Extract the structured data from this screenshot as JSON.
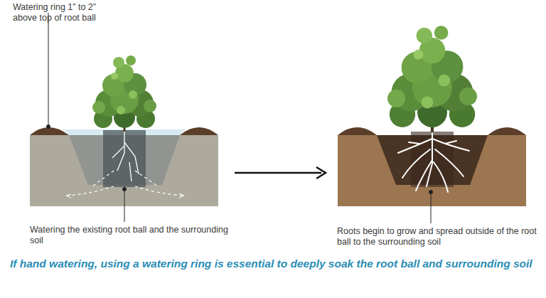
{
  "diagram": {
    "caption": "If hand watering, using a watering ring is essential to deeply soak the root ball and surrounding soil",
    "labels": [
      "Watering ring 1” to 2” above top of root ball",
      "Watering the existing root ball and the surrounding soil",
      "Roots begin to grow and spread outside of the root ball to the surrounding soil"
    ]
  }
}
